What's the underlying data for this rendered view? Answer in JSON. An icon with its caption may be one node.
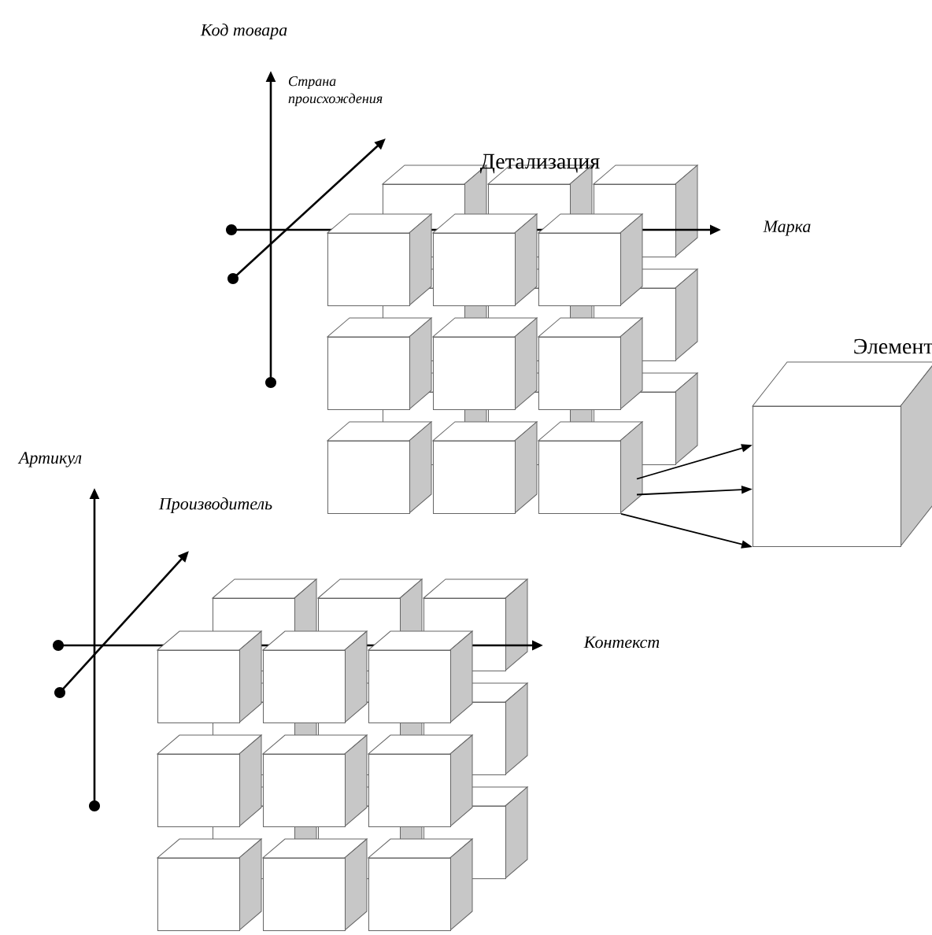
{
  "diagram": {
    "title": "Детализация",
    "nodes": [
      {
        "text": [],
        "shape": "box"
      },
      {
        "text": [],
        "shape": "box"
      },
      {
        "text": [],
        "shape": "box"
      },
      {
        "text": [],
        "shape": "box"
      },
      {
        "text": [],
        "shape": "box"
      },
      {
        "text": [],
        "shape": "box"
      },
      {
        "text": [],
        "shape": "box"
      },
      {
        "text": [],
        "shape": "box"
      },
      {
        "text": [],
        "shape": "box"
      },
      {
        "text": [],
        "shape": "box"
      },
      {
        "text": [],
        "shape": "box"
      },
      {
        "text": [],
        "shape": "box"
      },
      {
        "text": [],
        "shape": "box"
      },
      {
        "text": [],
        "shape": "box"
      },
      {
        "text": [],
        "shape": "box"
      },
      {
        "text": [],
        "shape": "box"
      },
      {
        "text": [],
        "shape": "box"
      },
      {
        "text": [],
        "shape": "box"
      },
      {
        "text": [
          "Элемент"
        ]
      },
      {
        "text": [],
        "shape": "box"
      },
      {
        "text": [],
        "shape": "box"
      },
      {
        "text": [],
        "shape": "box"
      },
      {
        "text": [],
        "shape": "box"
      },
      {
        "text": [],
        "shape": "box"
      },
      {
        "text": [],
        "shape": "box"
      },
      {
        "text": [],
        "shape": "box"
      },
      {
        "text": [],
        "shape": "box"
      },
      {
        "text": [],
        "shape": "box"
      },
      {
        "text": [],
        "shape": "box"
      },
      {
        "text": [],
        "shape": "box"
      },
      {
        "text": [],
        "shape": "box"
      },
      {
        "text": [],
        "shape": "box"
      },
      {
        "text": [],
        "shape": "box"
      },
      {
        "text": [],
        "shape": "box"
      },
      {
        "text": [],
        "shape": "box"
      },
      {
        "text": [],
        "shape": "box"
      },
      {
        "text": [],
        "shape": "box"
      }
    ],
    "edges": [
      {
        "from": 17,
        "to": 18,
        "arrow": "to"
      },
      {
        "from": 17,
        "to": 18,
        "arrow": "to"
      },
      {
        "from": 17,
        "to": 18,
        "arrow": "to"
      }
    ],
    "labels": [
      "Код товара",
      "Страна происхождения",
      "Марка",
      "Артикул",
      "Производитель",
      "Контекст"
    ]
  }
}
